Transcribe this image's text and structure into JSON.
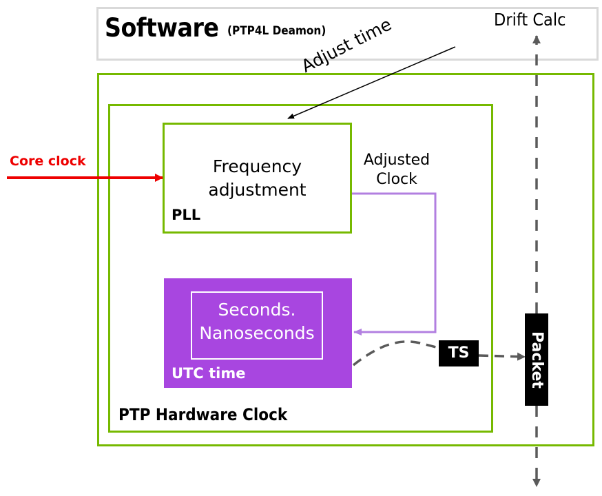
{
  "software": {
    "title": "Software",
    "subtitle": "(PTP4L Deamon)",
    "drift_calc": "Drift Calc"
  },
  "labels": {
    "adjust_time": "Adjust time",
    "core_clock": "Core clock",
    "adjusted_clock": [
      "Adjusted",
      "Clock"
    ]
  },
  "pll": {
    "text": [
      "Frequency",
      "adjustment"
    ],
    "label": "PLL"
  },
  "utc": {
    "text": [
      "Seconds.",
      "Nanoseconds"
    ],
    "label": "UTC time"
  },
  "ptp_hardware_clock": {
    "label": "PTP Hardware Clock"
  },
  "ts": {
    "label": "TS"
  },
  "packet": {
    "label": "Packet"
  },
  "colors": {
    "green": "#76b900",
    "purple": "#a846e0",
    "purple_line": "#b27fe0",
    "red": "#ee0000",
    "gray_dash": "#5a5a5a",
    "light_gray": "#d9d9d9"
  }
}
